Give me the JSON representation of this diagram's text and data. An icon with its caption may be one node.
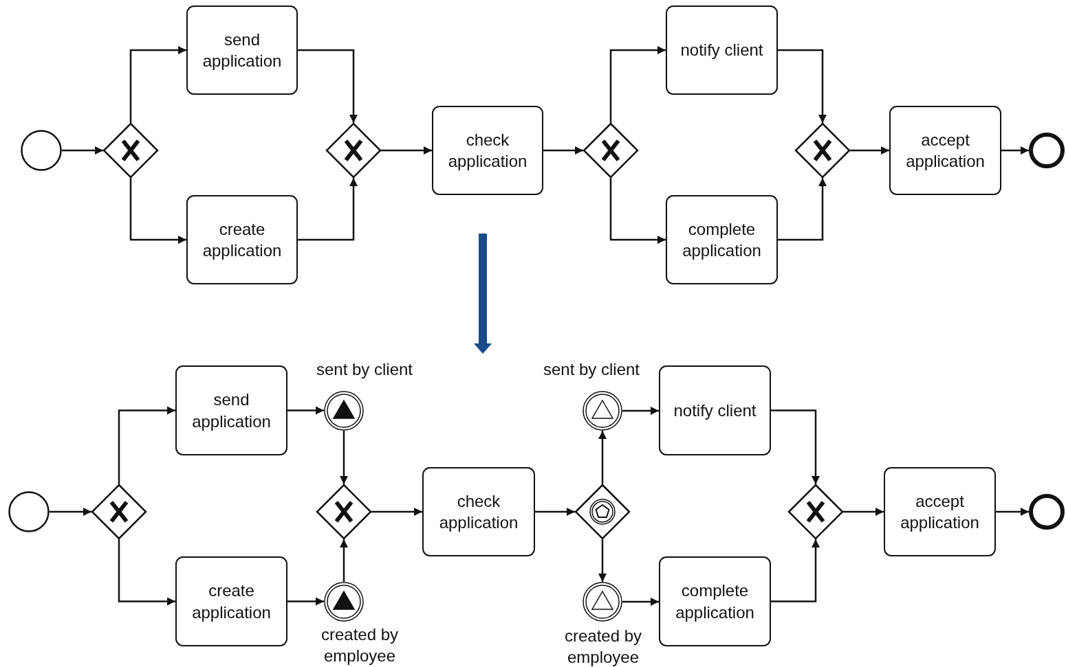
{
  "diagram": {
    "nodes": [
      {
        "text": [],
        "shape": "circle"
      },
      {
        "text": [],
        "shape": "diamond"
      },
      {
        "text": [
          "send application"
        ]
      },
      {
        "text": [
          "create application"
        ]
      },
      {
        "text": [],
        "shape": "diamond"
      },
      {
        "text": [
          "check application"
        ]
      },
      {
        "text": [],
        "shape": "diamond"
      },
      {
        "text": [
          "notify client"
        ]
      },
      {
        "text": [
          "complete application"
        ]
      },
      {
        "text": [],
        "shape": "diamond"
      },
      {
        "text": [
          "accept application"
        ]
      },
      {
        "text": [],
        "shape": "circle"
      },
      {
        "text": [],
        "shape": "circle"
      },
      {
        "text": [],
        "shape": "diamond"
      },
      {
        "text": [
          "send application"
        ]
      },
      {
        "text": [
          "create application"
        ]
      },
      {
        "text": [],
        "shape": "circle",
        "beside": [
          "sent by client"
        ]
      },
      {
        "text": [],
        "shape": "circle",
        "beside": [
          "created by employee"
        ]
      },
      {
        "text": [],
        "shape": "diamond"
      },
      {
        "text": [
          "check application"
        ]
      },
      {
        "text": [],
        "shape": "diamond"
      },
      {
        "text": [],
        "shape": "circle",
        "beside": [
          "sent by client"
        ]
      },
      {
        "text": [],
        "shape": "circle",
        "beside": [
          "created by employee"
        ]
      },
      {
        "text": [
          "notify client"
        ]
      },
      {
        "text": [
          "complete application"
        ]
      },
      {
        "text": [],
        "shape": "diamond"
      },
      {
        "text": [
          "accept application"
        ]
      },
      {
        "text": [],
        "shape": "circle"
      }
    ],
    "edges": [
      {
        "from": 0,
        "to": 1,
        "arrow": "to"
      },
      {
        "from": 1,
        "to": 2,
        "arrow": "to"
      },
      {
        "from": 1,
        "to": 3,
        "arrow": "to"
      },
      {
        "from": 2,
        "to": 4,
        "arrow": "to"
      },
      {
        "from": 3,
        "to": 4,
        "arrow": "to"
      },
      {
        "from": 4,
        "to": 5,
        "arrow": "to"
      },
      {
        "from": 5,
        "to": 6,
        "arrow": "to"
      },
      {
        "from": 6,
        "to": 7,
        "arrow": "to"
      },
      {
        "from": 6,
        "to": 8,
        "arrow": "to"
      },
      {
        "from": 7,
        "to": 9,
        "arrow": "to"
      },
      {
        "from": 8,
        "to": 9,
        "arrow": "to"
      },
      {
        "from": 9,
        "to": 10,
        "arrow": "to"
      },
      {
        "from": 10,
        "to": 11,
        "arrow": "to"
      },
      {
        "from": 12,
        "to": 13,
        "arrow": "to"
      },
      {
        "from": 13,
        "to": 14,
        "arrow": "to"
      },
      {
        "from": 13,
        "to": 15,
        "arrow": "to"
      },
      {
        "from": 14,
        "to": 16,
        "arrow": "to"
      },
      {
        "from": 15,
        "to": 17,
        "arrow": "to"
      },
      {
        "from": 16,
        "to": 18,
        "arrow": "to"
      },
      {
        "from": 17,
        "to": 18,
        "arrow": "to"
      },
      {
        "from": 18,
        "to": 19,
        "arrow": "to"
      },
      {
        "from": 19,
        "to": 20,
        "arrow": "to"
      },
      {
        "from": 20,
        "to": 21,
        "arrow": "to"
      },
      {
        "from": 20,
        "to": 22,
        "arrow": "to"
      },
      {
        "from": 21,
        "to": 23,
        "arrow": "to"
      },
      {
        "from": 22,
        "to": 24,
        "arrow": "to"
      },
      {
        "from": 23,
        "to": 25,
        "arrow": "to"
      },
      {
        "from": 24,
        "to": 25,
        "arrow": "to"
      },
      {
        "from": 25,
        "to": 26,
        "arrow": "to"
      },
      {
        "from": 26,
        "to": 27,
        "arrow": "to"
      }
    ]
  }
}
